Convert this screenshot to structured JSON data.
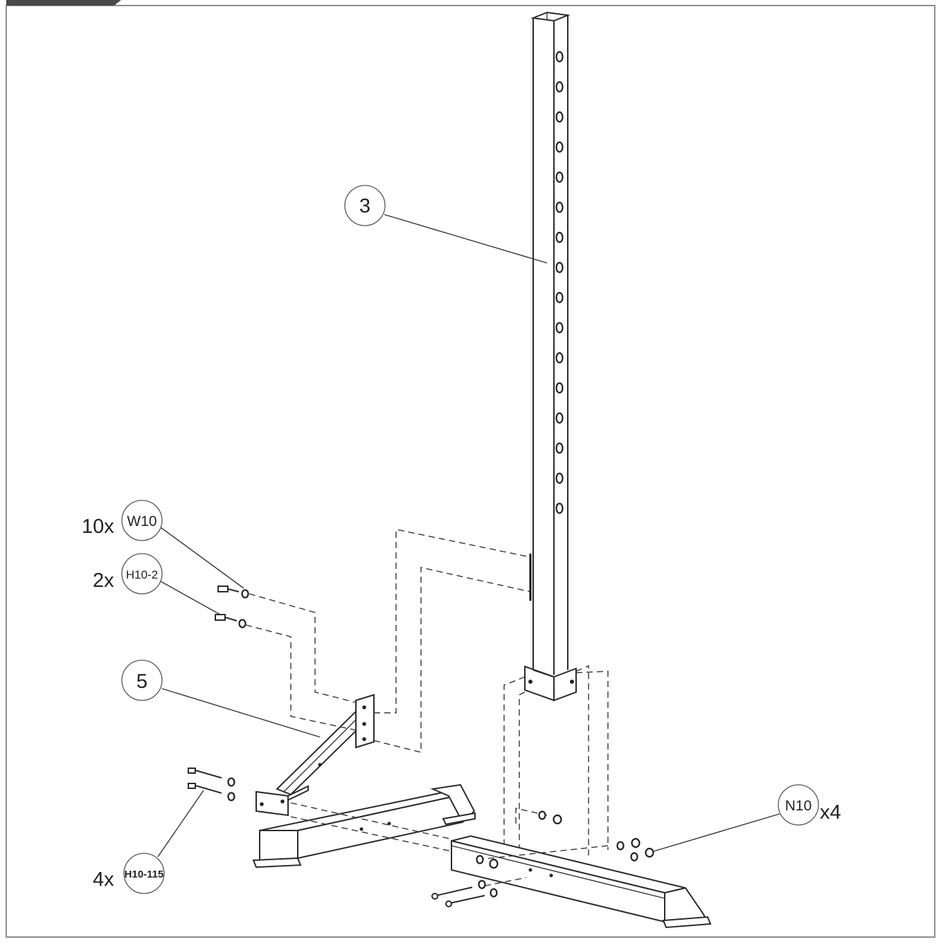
{
  "callouts": {
    "upright_part": "3",
    "arm_part": "5",
    "washer": {
      "qty": "10x",
      "code": "W10"
    },
    "screw": {
      "qty": "2x",
      "code": "H10-2"
    },
    "bolt": {
      "qty": "4x",
      "code": "H10-115"
    },
    "nut": {
      "qty": "x4",
      "code": "N10"
    }
  },
  "colors": {
    "ink": "#2a2a2a",
    "frame": "#6f6f6f",
    "corner_tab": "#4a4a4a"
  }
}
